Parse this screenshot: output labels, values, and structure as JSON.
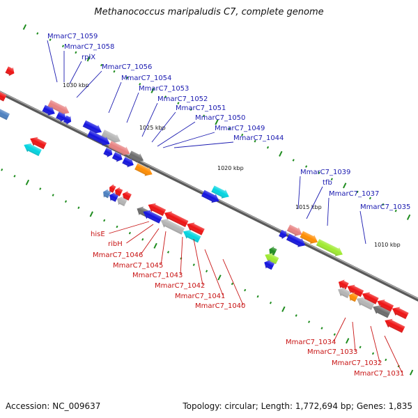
{
  "title": "Methanococcus maripaludis C7, complete genome",
  "accession": "Accession: NC_009637",
  "topology": "Topology: circular; Length: 1,772,694 bp; Genes: 1,835",
  "colors": {
    "blue": "#1212e0",
    "red": "#ee1111",
    "pink": "#e88080",
    "gray": "#b4b4b4",
    "darkgray": "#6a6a6a",
    "orange": "#ff8c00",
    "cyan": "#00d4e0",
    "steelblue": "#4a7fc0",
    "lime": "#9eea2e",
    "green": "#1e8c1e",
    "label_forward": "#1a1ab0",
    "label_reverse": "#c81414"
  },
  "scale_labels": [
    "1030 kbp",
    "1025 kbp",
    "1020 kbp",
    "1015 kbp",
    "1010 kbp"
  ],
  "forward_labels": [
    "MmarC7_1059",
    "MmarC7_1058",
    "rplX",
    "MmarC7_1056",
    "MmarC7_1054",
    "MmarC7_1053",
    "MmarC7_1052",
    "MmarC7_1051",
    "MmarC7_1050",
    "MmarC7_1049",
    "MmarC7_1044",
    "MmarC7_1039",
    "tfb",
    "MmarC7_1037",
    "MmarC7_1035"
  ],
  "reverse_labels": [
    "hisE",
    "ribH",
    "MmarC7_1046",
    "MmarC7_1045",
    "MmarC7_1043",
    "MmarC7_1042",
    "MmarC7_1041",
    "MmarC7_1040",
    "MmarC7_1034",
    "MmarC7_1033",
    "MmarC7_1032",
    "MmarC7_1031"
  ]
}
